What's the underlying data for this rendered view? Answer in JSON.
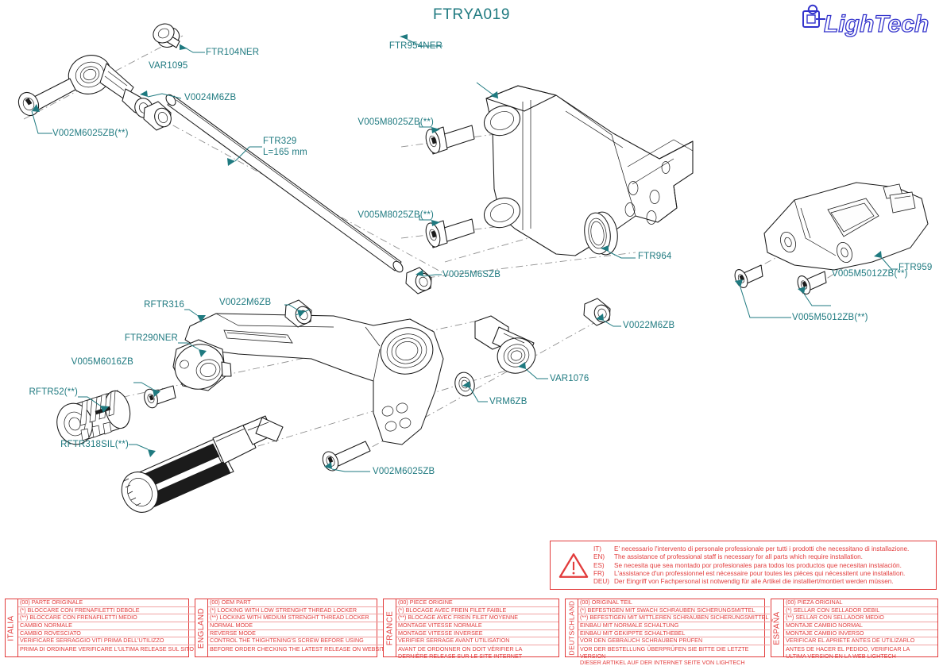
{
  "drawing": {
    "title": "FTRYA019",
    "brand": "LighTech",
    "accent_teal": "#1f7a80",
    "accent_red": "#e23c3c",
    "line_color": "#1a1a1a"
  },
  "callouts": [
    {
      "id": "ftr104ner",
      "text": "FTR104NER"
    },
    {
      "id": "var1095",
      "text": "VAR1095"
    },
    {
      "id": "v0024m6zb",
      "text": "V0024M6ZB"
    },
    {
      "id": "v002m6025zb-a",
      "text": "V002M6025ZB(**)"
    },
    {
      "id": "ftr329",
      "text": "FTR329"
    },
    {
      "id": "ftr329-len",
      "text": "L=165 mm"
    },
    {
      "id": "ftr954ner",
      "text": "FTR954NER"
    },
    {
      "id": "v005m8025zb-a",
      "text": "V005M8025ZB(**)"
    },
    {
      "id": "v005m8025zb-b",
      "text": "V005M8025ZB(**)"
    },
    {
      "id": "v0025m6szb",
      "text": "V0025M6SZB"
    },
    {
      "id": "ftr964",
      "text": "FTR964"
    },
    {
      "id": "ftr959",
      "text": "FTR959"
    },
    {
      "id": "v005m5012zb-a",
      "text": "V005M5012ZB(**)"
    },
    {
      "id": "v005m5012zb-b",
      "text": "V005M5012ZB(**)"
    },
    {
      "id": "rftr316",
      "text": "RFTR316"
    },
    {
      "id": "v0022m6zb-a",
      "text": "V0022M6ZB"
    },
    {
      "id": "ftr290ner",
      "text": "FTR290NER"
    },
    {
      "id": "v005m6016zb",
      "text": "V005M6016ZB"
    },
    {
      "id": "rftr52",
      "text": "RFTR52(**)"
    },
    {
      "id": "rftr318sil",
      "text": "RFTR318SIL(**)"
    },
    {
      "id": "v002m6025zb-b",
      "text": "V002M6025ZB"
    },
    {
      "id": "vrm6zb",
      "text": "VRM6ZB"
    },
    {
      "id": "var1076",
      "text": "VAR1076"
    },
    {
      "id": "v0022m6zb-b",
      "text": "V0022M6ZB"
    }
  ],
  "warning": {
    "icon": "warning-triangle-icon",
    "lines": [
      {
        "code": "IT)",
        "text": "E' necessario l'intervento di personale professionale per tutti i prodotti che necessitano di installazione."
      },
      {
        "code": "EN)",
        "text": "The assistance of professional staff is necessary for all parts which require installation."
      },
      {
        "code": "ES)",
        "text": "Se necesita que sea montado por profesionales para todos los productos que necesitan instalación."
      },
      {
        "code": "FR)",
        "text": "L'assistance d'un professionnel est nécessaire pour toutes les pièces qui nécessitent une installation."
      },
      {
        "code": "DEU)",
        "text": "Der Eingriff von Fachpersonal ist notwendig  für alle Artikel die installiert/montiert werden müssen."
      }
    ]
  },
  "legends": [
    {
      "id": "italia",
      "lang": "ITALIA",
      "rows": [
        "(00) PARTE ORIGINALE",
        "(*)    BLOCCARE CON FRENAFILETTI DEBOLE",
        "(**)  BLOCCARE CON FRENAFILETTI MEDIO",
        "CAMBIO NORMALE",
        "CAMBIO ROVESCIATO",
        "VERIFICARE SERRAGGIO VITI PRIMA DELL'UTILIZZO"
      ],
      "footer": "PRIMA DI ORDINARE VERIFICARE L'ULTIMA RELEASE SUL SITO"
    },
    {
      "id": "england",
      "lang": "ENGLAND",
      "rows": [
        "(00) OEM PART",
        "(*)    LOCKING WITH LOW STRENGHT THREAD LOCKER",
        "(**)  LOCKING WITH MEDIUM STRENGHT THREAD LOCKER",
        "NORMAL MODE",
        "REVERSE MODE",
        "CONTROL THE THIGHTENING'S SCREW BEFORE USING"
      ],
      "footer": "BEFORE ORDER CHECKING THE LATEST RELEASE ON WEBSITE"
    },
    {
      "id": "france",
      "lang": "FRANCE",
      "rows": [
        "(00) PIECE ORIGINE",
        "(*)    BLOCAGE AVEC FREIN FILET FAIBLE",
        "(**)  BLOCAGE AVEC FREIN FILET MOYENNE",
        "MONTAGE VITESSE NORMALE",
        "MONTAGE VITESSE INVERSEE",
        "VERIFIER SERRAGE AVANT UTILISATION"
      ],
      "footer": "AVANT DE ORDONNER ON DOIT VÉRIFIER LA\nDERNIÈRE RELEASE SUR LE SITE INTERNET"
    },
    {
      "id": "deutschland",
      "lang": "DEUTSCHLAND",
      "rows": [
        "(00) ORIGINAL TEIL",
        "(*)    BEFESTIGEN MIT SWACH SCHRAUBEN SICHERUNGSMITTEL",
        "(**)  BEFESTIGEN MIT MITTLEREN SCHRAUBEN SICHERUNGSMITTEL",
        "EINBAU MIT NORMALE SCHALTUNG",
        "EINBAU MIT GEKIPPTE SCHALTHEBEL",
        "VOR DEN GEBRAUCH SCHRAUBEN PRÜFEN"
      ],
      "footer": "VOR DER BESTELLUNG ÜBERPRÜFEN SIE BITTE DIE LETZTE VERSION\nDIESER ARTIKEL AUF DER INTERNET SEITE VON LIGHTECH"
    },
    {
      "id": "espana",
      "lang": "ESPAÑA",
      "rows": [
        "(00) PIEZA ORIGINAL",
        "(*)    SELLAR CON SELLADOR DEBIL",
        "(**)  SELLAR CON SELLADOR MEDIO",
        "MONTAJE  CAMBIO NORMAL",
        "MONTAJE  CAMBIO INVERSO",
        "VERIFICAR EL APRIETE ANTES DE UTILIZARLO"
      ],
      "footer": "ANTES DE HACER EL PEDIDO, VERIFICAR LA\nULTIMA VERSION EN LA WEB LIGHTECH"
    }
  ]
}
